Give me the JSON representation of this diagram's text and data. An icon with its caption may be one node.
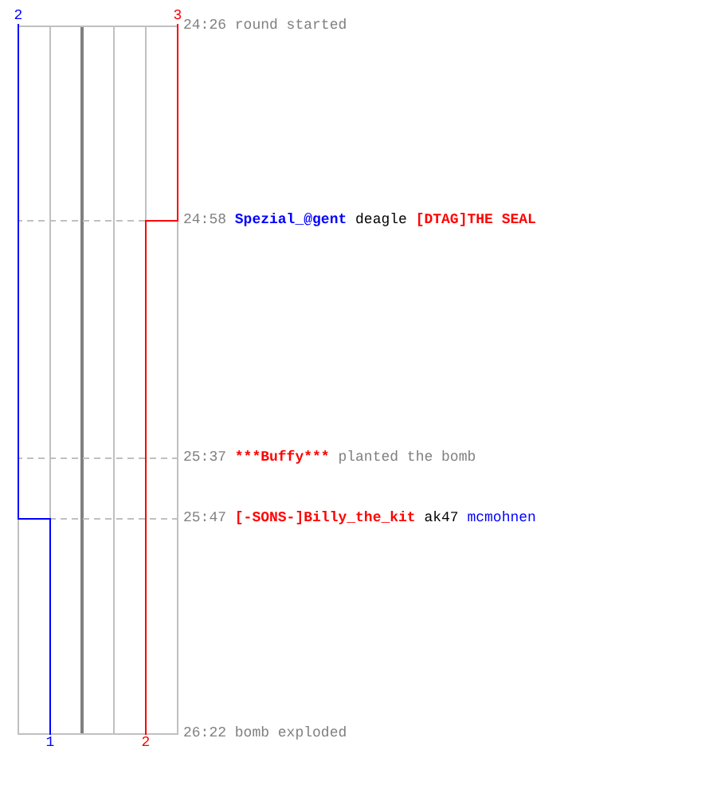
{
  "diagram": {
    "nodes": [
      {
        "text": [
          "2"
        ]
      },
      {
        "text": [
          "3"
        ]
      },
      {
        "text": [
          "24:26",
          "round started"
        ]
      },
      {
        "text": [
          "24:58",
          "Spezial_@gent",
          "deagle",
          "[DTAG]THE SEAL"
        ]
      },
      {
        "text": [
          "25:37",
          "***Buffy***",
          "planted the bomb"
        ]
      },
      {
        "text": [
          "25:47",
          "[-SONS-]Billy_the_kit",
          "ak47",
          "mcmohnen"
        ]
      },
      {
        "text": [
          "26:22",
          "bomb exploded"
        ]
      },
      {
        "text": [
          "1"
        ]
      },
      {
        "text": [
          "2"
        ]
      }
    ],
    "edges": [
      {
        "from": 0,
        "to": 7,
        "arrow": "none",
        "color": "#0000ff"
      },
      {
        "from": 1,
        "to": 8,
        "arrow": "none",
        "color": "#ff0000"
      },
      {
        "from": 3,
        "to": null,
        "arrow": "none",
        "style": "dashed"
      },
      {
        "from": 4,
        "to": null,
        "arrow": "none",
        "style": "dashed"
      },
      {
        "from": 5,
        "to": null,
        "arrow": "none",
        "style": "dashed"
      }
    ]
  }
}
